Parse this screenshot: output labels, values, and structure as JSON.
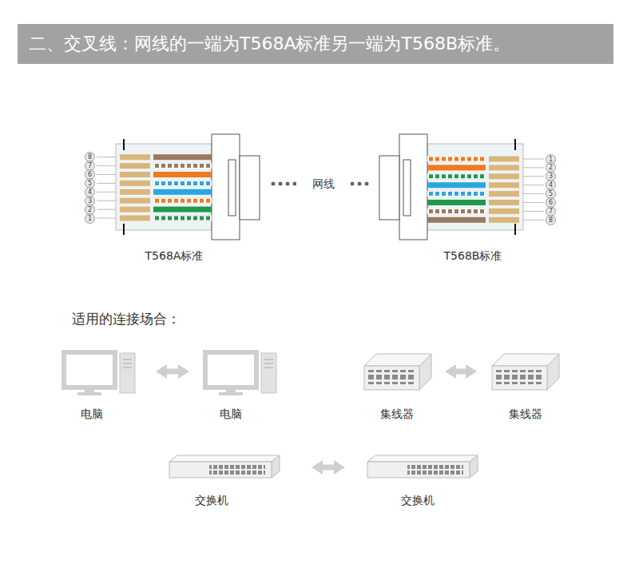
{
  "diagram": {
    "title": "二、交叉线：网线的一端为T568A标准另一端为T568B标准。",
    "nodes": [
      {
        "text": [
          "T568A标准"
        ]
      },
      {
        "text": [
          "T568B标准"
        ]
      },
      {
        "text": [
          "电脑"
        ]
      },
      {
        "text": [
          "电脑"
        ]
      },
      {
        "text": [
          "集线器"
        ]
      },
      {
        "text": [
          "集线器"
        ]
      },
      {
        "text": [
          "交换机"
        ]
      },
      {
        "text": [
          "交换机"
        ]
      }
    ],
    "edges": [
      {
        "from": 0,
        "to": 1,
        "arrow": "none",
        "label": "网线"
      },
      {
        "from": 2,
        "to": 3,
        "arrow": "both"
      },
      {
        "from": 4,
        "to": 5,
        "arrow": "both"
      },
      {
        "from": 6,
        "to": 7,
        "arrow": "both"
      }
    ],
    "labels": [
      "8",
      "7",
      "6",
      "5",
      "4",
      "3",
      "2",
      "1",
      "1",
      "2",
      "3",
      "4",
      "5",
      "6",
      "7",
      "8",
      "适用的连接场合："
    ]
  }
}
